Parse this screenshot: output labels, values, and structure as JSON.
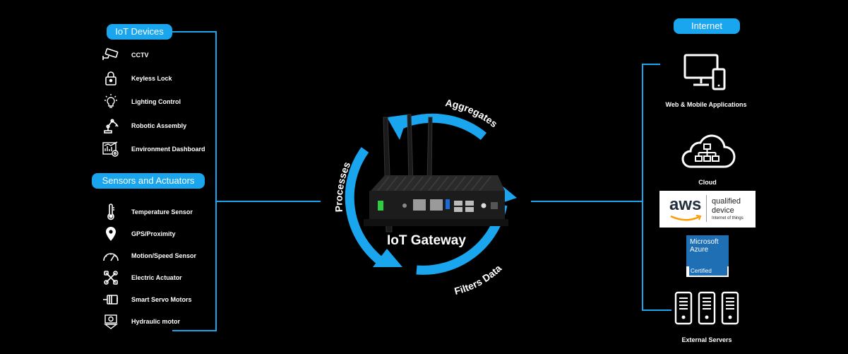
{
  "left": {
    "iot_devices": {
      "title": "IoT Devices",
      "items": [
        {
          "label": "CCTV",
          "icon": "cctv-icon"
        },
        {
          "label": "Keyless Lock",
          "icon": "lock-icon"
        },
        {
          "label": "Lighting Control",
          "icon": "bulb-icon"
        },
        {
          "label": "Robotic Assembly",
          "icon": "robot-arm-icon"
        },
        {
          "label": "Environment Dashboard",
          "icon": "dashboard-icon"
        }
      ]
    },
    "sensors": {
      "title": "Sensors and Actuators",
      "items": [
        {
          "label": "Temperature Sensor",
          "icon": "thermometer-icon"
        },
        {
          "label": "GPS/Proximity",
          "icon": "location-pin-icon"
        },
        {
          "label": "Motion/Speed Sensor",
          "icon": "speedometer-icon"
        },
        {
          "label": "Electric Actuator",
          "icon": "actuator-icon"
        },
        {
          "label": "Smart Servo Motors",
          "icon": "servo-motor-icon"
        },
        {
          "label": "Hydraulic motor",
          "icon": "hydraulic-motor-icon"
        }
      ]
    }
  },
  "center": {
    "title": "IoT Gateway",
    "cycle": {
      "aggregates": "Aggregates",
      "processes": "Processes",
      "filters": "Filters Data"
    }
  },
  "right": {
    "title": "Internet",
    "web": "Web & Mobile Applications",
    "cloud": "Cloud",
    "aws": {
      "brand": "aws",
      "line1": "qualified",
      "line2": "device",
      "line3": "Internet of things"
    },
    "azure": {
      "line1": "Microsoft",
      "line2": "Azure",
      "line3": "Certified"
    },
    "servers": "External Servers"
  },
  "colors": {
    "accent": "#1aa6ee",
    "background": "#000000"
  }
}
